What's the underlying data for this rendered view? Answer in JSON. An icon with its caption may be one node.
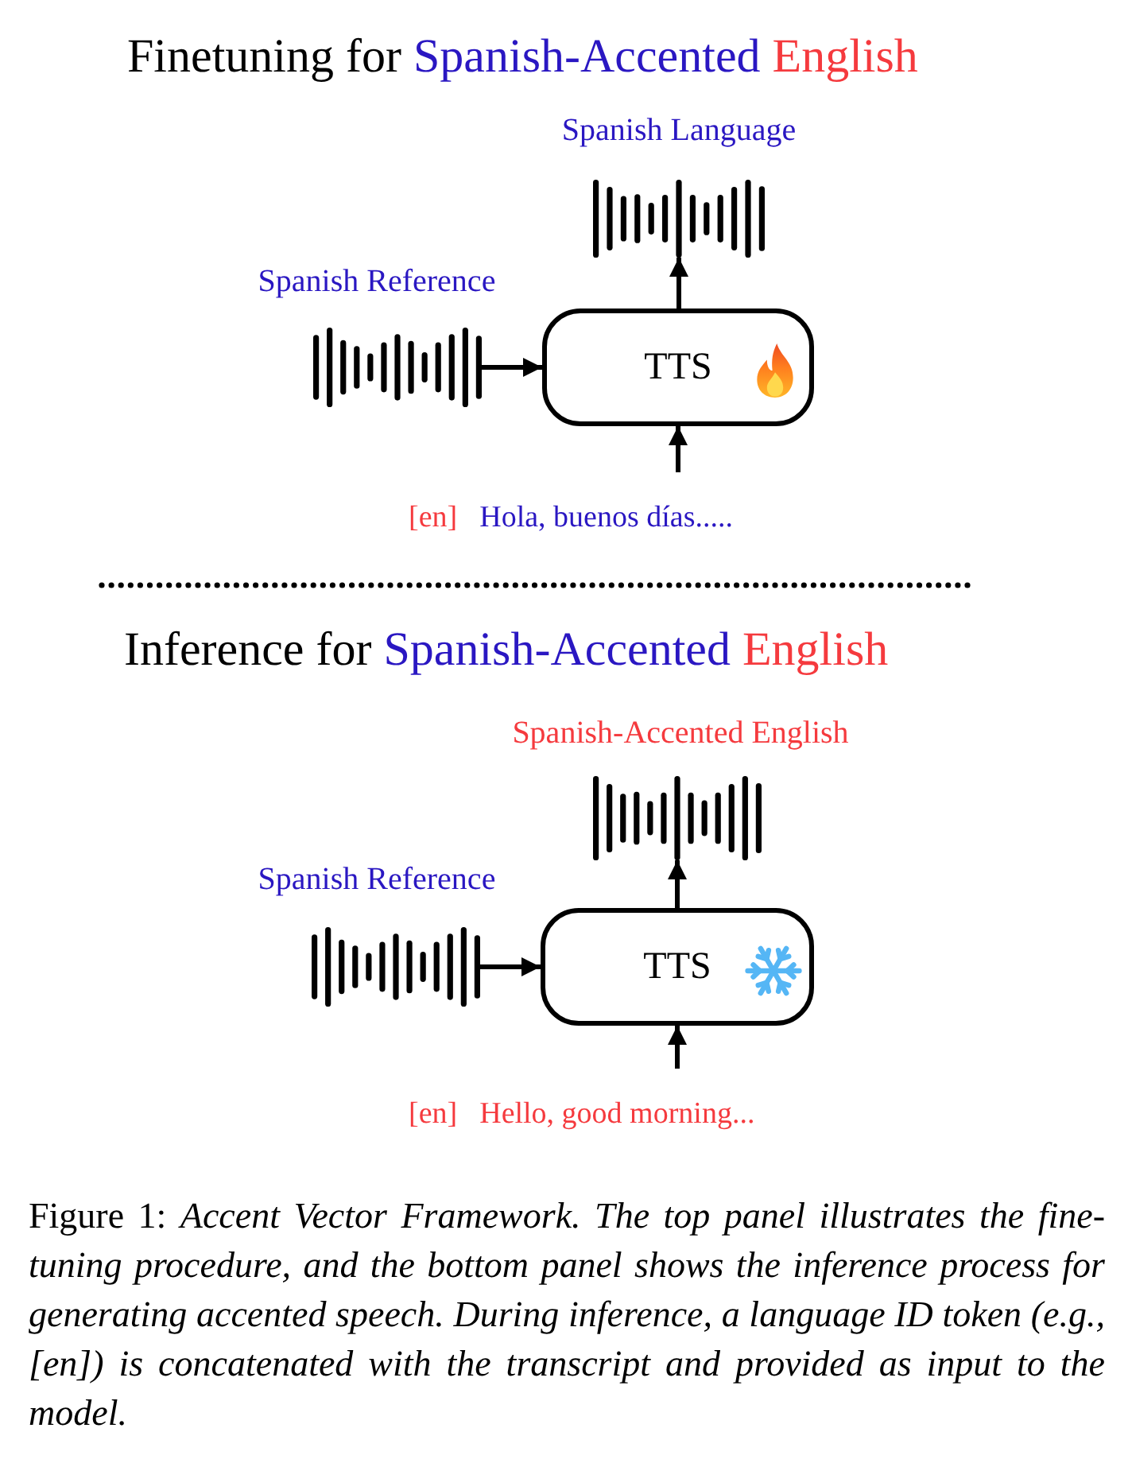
{
  "diagram": {
    "caption": "Figure 1: *Accent Vector Framework. The top panel illustrates the fine-tuning procedure, and the bottom panel shows the inference process for generating accented speech. During inference, a language ID token (e.g., [en]) is concatenated with the transcript and provided as input to the model.*",
    "nodes": [
      {
        "text": [],
        "shape": "waveform",
        "beside": [
          "Spanish Language"
        ]
      },
      {
        "text": [],
        "shape": "waveform",
        "beside": [
          "Spanish Reference"
        ]
      },
      {
        "text": [
          "TTS"
        ]
      },
      {
        "text": [
          "[en]",
          "Hola, buenos días....."
        ]
      },
      {
        "text": [],
        "shape": "waveform",
        "beside": [
          "Spanish-Accented English"
        ]
      },
      {
        "text": [],
        "shape": "waveform",
        "beside": [
          "Spanish Reference"
        ]
      },
      {
        "text": [
          "TTS"
        ]
      },
      {
        "text": [
          "[en]",
          "Hello, good morning..."
        ]
      }
    ],
    "edges": [
      {
        "from": 1,
        "to": 2,
        "arrow": "to"
      },
      {
        "from": 3,
        "to": 2,
        "arrow": "to"
      },
      {
        "from": 2,
        "to": 0,
        "arrow": "to"
      },
      {
        "from": 5,
        "to": 6,
        "arrow": "to"
      },
      {
        "from": 7,
        "to": 6,
        "arrow": "to"
      },
      {
        "from": 6,
        "to": 4,
        "arrow": "to"
      }
    ],
    "labels": [
      "Finetuning for Spanish-Accented English",
      "Inference for Spanish-Accented English"
    ]
  }
}
